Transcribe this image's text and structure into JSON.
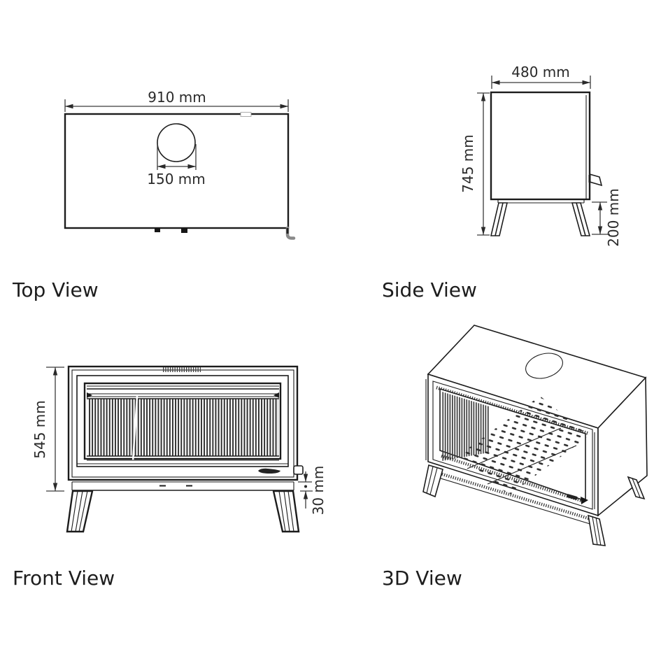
{
  "page": {
    "background": "#ffffff",
    "line_color": "#1c1c1c",
    "dimension_color": "#2a2a2a"
  },
  "views": {
    "top": {
      "label": "Top View",
      "dim_width": "910 mm",
      "dim_flue_diameter": "150 mm"
    },
    "side": {
      "label": "Side View",
      "dim_depth": "480 mm",
      "dim_height": "745 mm",
      "dim_leg_height": "200 mm"
    },
    "front": {
      "label": "Front View",
      "dim_body_height": "545 mm",
      "dim_base_height": "30 mm"
    },
    "three_d": {
      "label": "3D View"
    }
  }
}
